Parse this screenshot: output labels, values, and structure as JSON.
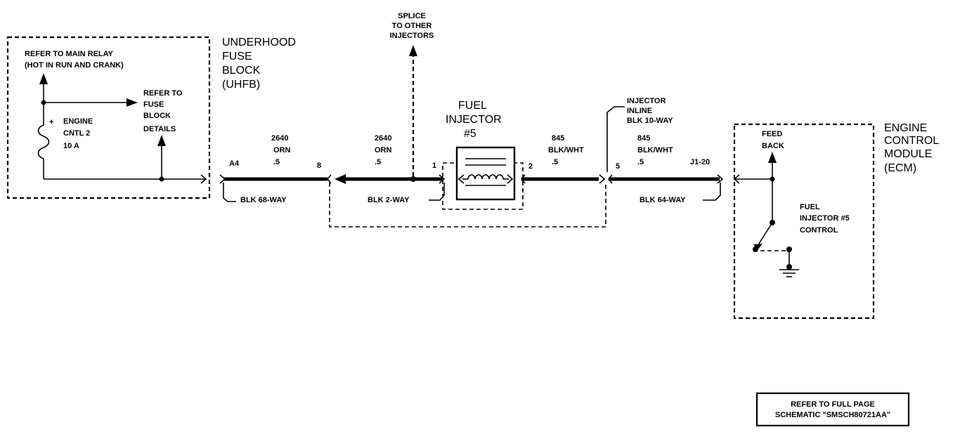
{
  "uhfb": {
    "title_lines": [
      "UNDERHOOD",
      "FUSE",
      "BLOCK",
      "(UHFB)"
    ],
    "main_relay_lines": [
      "REFER TO MAIN RELAY",
      "(HOT IN RUN AND CRANK)"
    ],
    "fuse_detail_lines": [
      "REFER TO",
      "FUSE",
      "BLOCK",
      "DETAILS"
    ],
    "fuse_lines": [
      "ENGINE",
      "CNTL 2",
      "10 A"
    ],
    "fuse_polarity": "+"
  },
  "splice": {
    "lines": [
      "SPLICE",
      "TO OTHER",
      "INJECTORS"
    ]
  },
  "injector": {
    "title_lines": [
      "FUEL",
      "INJECTOR",
      "#5"
    ],
    "inline_lines": [
      "INJECTOR",
      "INLINE",
      "BLK 10-WAY"
    ]
  },
  "wires": {
    "w1": {
      "circuit": "2640",
      "color": "ORN",
      "gauge": ".5"
    },
    "w2": {
      "circuit": "2640",
      "color": "ORN",
      "gauge": ".5"
    },
    "w3": {
      "circuit": "845",
      "color": "BLK/WHT",
      "gauge": ".5"
    },
    "w4": {
      "circuit": "845",
      "color": "BLK/WHT",
      "gauge": ".5"
    }
  },
  "pins": {
    "a4": "A4",
    "p8": "8",
    "p1": "1",
    "p2": "2",
    "p5": "5",
    "j120": "J1-20"
  },
  "connectors": {
    "c68": "BLK 68-WAY",
    "c2": "BLK 2-WAY",
    "c64": "BLK 64-WAY"
  },
  "ecm": {
    "title_lines": [
      "ENGINE",
      "CONTROL",
      "MODULE",
      "(ECM)"
    ],
    "feedback_lines": [
      "FEED",
      "BACK"
    ],
    "control_lines": [
      "FUEL",
      "INJECTOR #5",
      "CONTROL"
    ]
  },
  "footer": {
    "lines": [
      "REFER TO FULL PAGE",
      "SCHEMATIC \"SMSCH80721AA\""
    ]
  }
}
